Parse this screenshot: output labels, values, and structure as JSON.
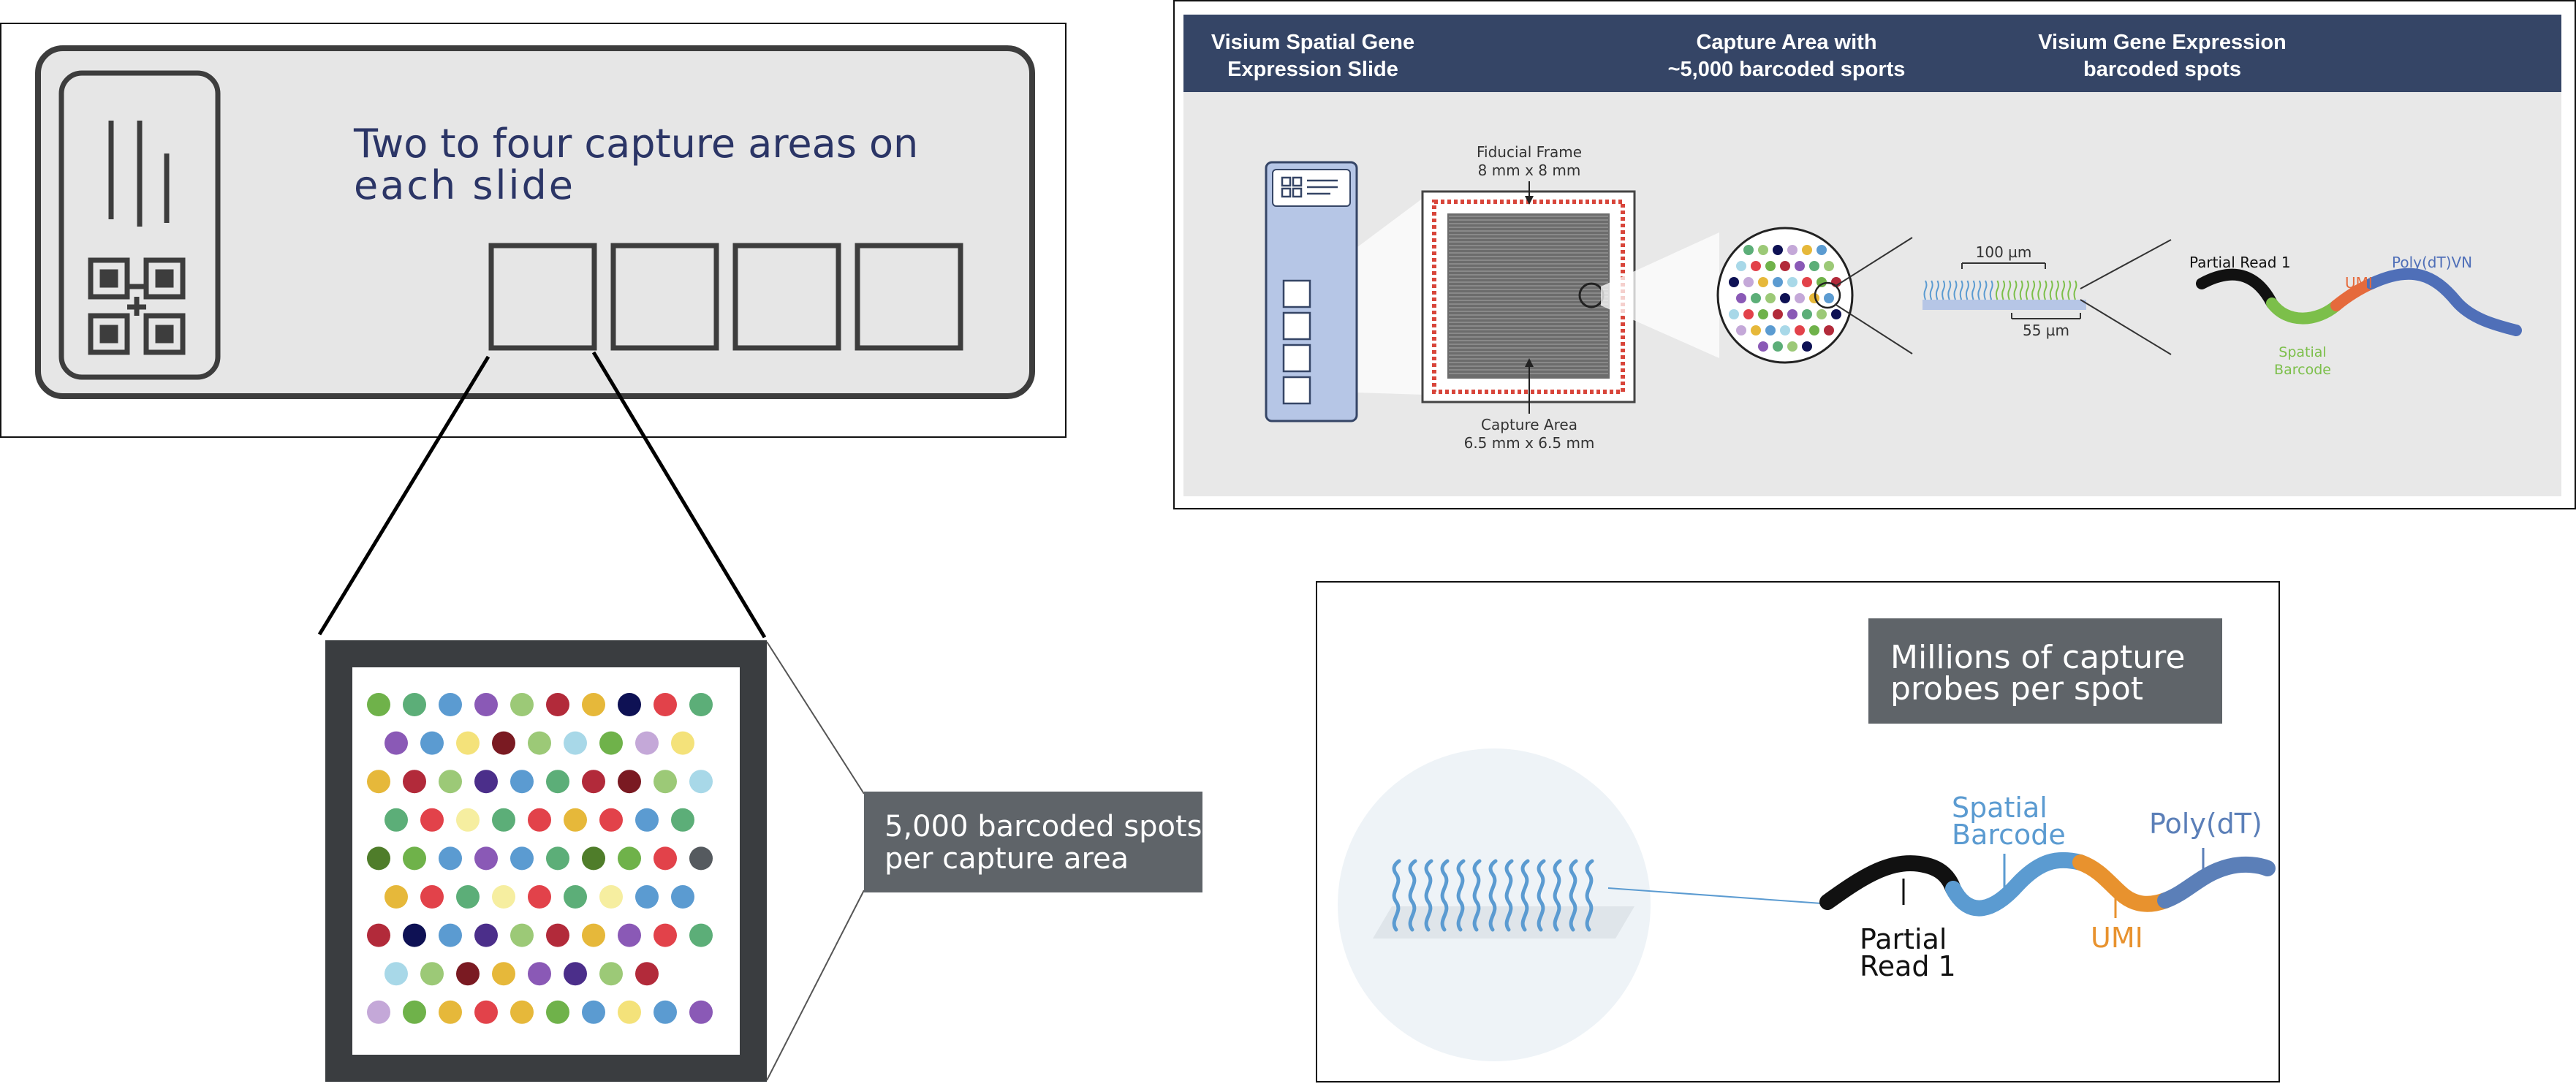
{
  "slide_panel": {
    "title_line1": "Two to four capture areas on",
    "title_line2": "each slide"
  },
  "capture_panel": {
    "callout_line1": "5,000 barcoded spots",
    "callout_line2": "per capture area",
    "spot_colors": [
      [
        "#6fb24a",
        "#5cae78",
        "#5b9bd1",
        "#8a59b6",
        "#9cc977",
        "#b22a3a",
        "#e6b83a",
        "#0e1154",
        "#e2424a",
        "#5cae78"
      ],
      [
        "#8a59b6",
        "#5b9bd1",
        "#f4e27a",
        "#7a1a22",
        "#9cc977",
        "#a8d8e8",
        "#6fb24a",
        "#c4a8d8",
        "#f4e27a"
      ],
      [
        "#e6b83a",
        "#b22a3a",
        "#9cc977",
        "#4b2e8a",
        "#5b9bd1",
        "#5cae78",
        "#b22a3a",
        "#7a1a22",
        "#9cc977",
        "#a8d8e8"
      ],
      [
        "#5cae78",
        "#e2424a",
        "#f6eea0",
        "#5cae78",
        "#e2424a",
        "#e6b83a",
        "#e2424a",
        "#5b9bd1",
        "#5cae78"
      ],
      [
        "#4f7d2a",
        "#6fb24a",
        "#5b9bd1",
        "#8a59b6",
        "#5b9bd1",
        "#5cae78",
        "#4f7d2a",
        "#6fb24a",
        "#e2424a",
        "#555a5f"
      ],
      [
        "#e6b83a",
        "#e2424a",
        "#5cae78",
        "#f6eea0",
        "#e2424a",
        "#5cae78",
        "#f6eea0",
        "#5b9bd1",
        "#5b9bd1"
      ],
      [
        "#b22a3a",
        "#0e1154",
        "#5b9bd1",
        "#4b2e8a",
        "#9cc977",
        "#b22a3a",
        "#e6b83a",
        "#8a59b6",
        "#e2424a",
        "#5cae78"
      ],
      [
        "#a8d8e8",
        "#9cc977",
        "#7a1a22",
        "#e6b83a",
        "#8a59b6",
        "#4b2e8a",
        "#9cc977",
        "#b22a3a"
      ],
      [
        "#c4a8d8",
        "#6fb24a",
        "#e6b83a",
        "#e2424a",
        "#e6b83a",
        "#6fb24a",
        "#5b9bd1",
        "#f4e27a",
        "#5b9bd1",
        "#8a59b6"
      ]
    ]
  },
  "visium_panel": {
    "header_col1_line1": "Visium Spatial Gene",
    "header_col1_line2": "Expression Slide",
    "header_col2_line1": "Capture Area with",
    "header_col2_line2": "~5,000 barcoded sports",
    "header_col3_line1": "Visium Gene Expression",
    "header_col3_line2": "barcoded spots",
    "fiducial_line1": "Fiducial Frame",
    "fiducial_line2": "8 mm x 8 mm",
    "capture_area_line1": "Capture Area",
    "capture_area_line2": "6.5 mm x 6.5 mm",
    "dim_100": "100 µm",
    "dim_55": "55 µm",
    "partial_read": "Partial Read 1",
    "umi": "UMI",
    "polydt_vn": "Poly(dT)VN",
    "spatial_line1": "Spatial",
    "spatial_line2": "Barcode",
    "colors": {
      "header_bg": "#354566",
      "green": "#7cbf4a",
      "orange": "#e56a3c",
      "blue": "#4f6fb8",
      "red": "#d8453a"
    }
  },
  "probe_panel": {
    "callout_line1": "Millions of capture",
    "callout_line2": "probes per spot",
    "spatial_line1": "Spatial",
    "spatial_line2": "Barcode",
    "polydt": "Poly(dT)",
    "umi": "UMI",
    "partial_line1": "Partial",
    "partial_line2": "Read 1",
    "colors": {
      "blue": "#5b9bd1",
      "orange": "#e8922e",
      "polydt": "#5b7fb8",
      "callout_bg": "#5f6469"
    }
  }
}
